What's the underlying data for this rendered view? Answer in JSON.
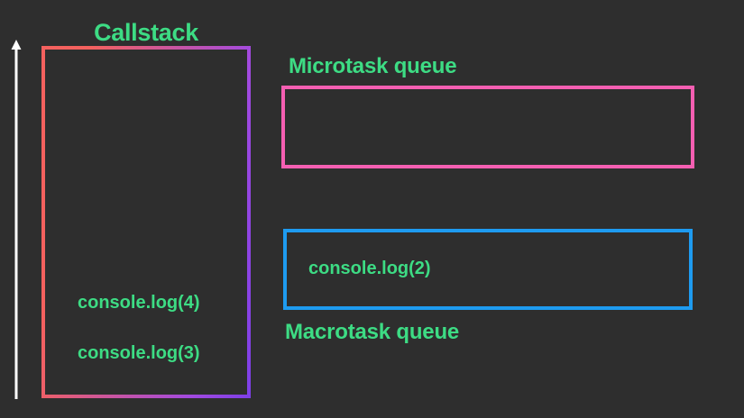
{
  "diagram": {
    "background_color": "#2e2e2e",
    "accent_text_color": "#3ddc84"
  },
  "direction_arrow": {
    "icon": "arrow-up-icon",
    "color": "#ffffff",
    "meaning": "stack grows upward"
  },
  "callstack": {
    "title": "Callstack",
    "border_gradient_from": "#f4615e",
    "border_gradient_to": "#7d3fe8",
    "frames": [
      {
        "label": "console.log(4)"
      },
      {
        "label": "console.log(3)"
      }
    ]
  },
  "microtask_queue": {
    "title": "Microtask queue",
    "border_color": "#f55fb2",
    "items": []
  },
  "macrotask_queue": {
    "title": "Macrotask queue",
    "border_color": "#1e9bf0",
    "items": [
      {
        "label": "console.log(2)"
      }
    ]
  }
}
